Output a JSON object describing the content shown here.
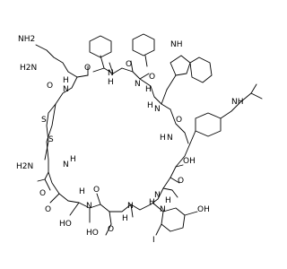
{
  "diagram": {
    "atoms": {
      "nh2_lys": "NH2",
      "h2n_top": "H2N",
      "o_lys": "O",
      "n_lys": "N",
      "h_lys": "H",
      "n_phe1": "N",
      "h_phe1": "H",
      "o_phe1": "O",
      "o_phe2": "O",
      "n_phe2": "N",
      "h_phe2": "H",
      "nh_indole": "NH",
      "o_trp": "O",
      "n_trp": "N",
      "h_trp": "H",
      "nh_amine": "NH",
      "o_tyr": "O",
      "s1": "S",
      "s2": "S",
      "n_thr1": "N",
      "h_thr1": "H",
      "oh_thr1": "OH",
      "h2n_amide": "H2N",
      "o_amide": "O",
      "n_cys": "N",
      "h_cys": "H",
      "o_cys": "O",
      "oh_ser": "HO",
      "n_ser": "N",
      "h_ser": "H",
      "o_ser": "O",
      "n_tyr2": "N",
      "h_tyr2": "H",
      "oh_thr2": "HO",
      "o_thr2": "O",
      "n_thr2": "N",
      "h_thr2": "H",
      "iodo": "I",
      "oh_phenol": "OH",
      "o_thr3": "O",
      "n_thr3": "N",
      "h_thr3": "H"
    }
  }
}
